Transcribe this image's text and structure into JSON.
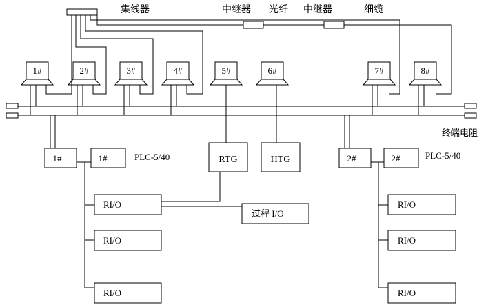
{
  "labels": {
    "hub": "集线器",
    "repeater_left": "中继器",
    "fiber": "光纤",
    "repeater_right": "中继器",
    "thin_cable": "细缆",
    "terminator": "终端电阻",
    "plc_left": "PLC-5/40",
    "plc_right": "PLC-5/40",
    "process_io": "过程 I/O"
  },
  "workstations": [
    "1#",
    "2#",
    "3#",
    "4#",
    "5#",
    "6#",
    "7#",
    "8#"
  ],
  "plc_left": {
    "box1": "1#",
    "box2": "1#"
  },
  "plc_right": {
    "box1": "2#",
    "box2": "2#"
  },
  "gateways": {
    "rtg": "RTG",
    "htg": "HTG"
  },
  "rio_left": [
    "RI/O",
    "RI/O",
    "RI/O"
  ],
  "rio_right": [
    "RI/O",
    "RI/O",
    "RI/O"
  ]
}
